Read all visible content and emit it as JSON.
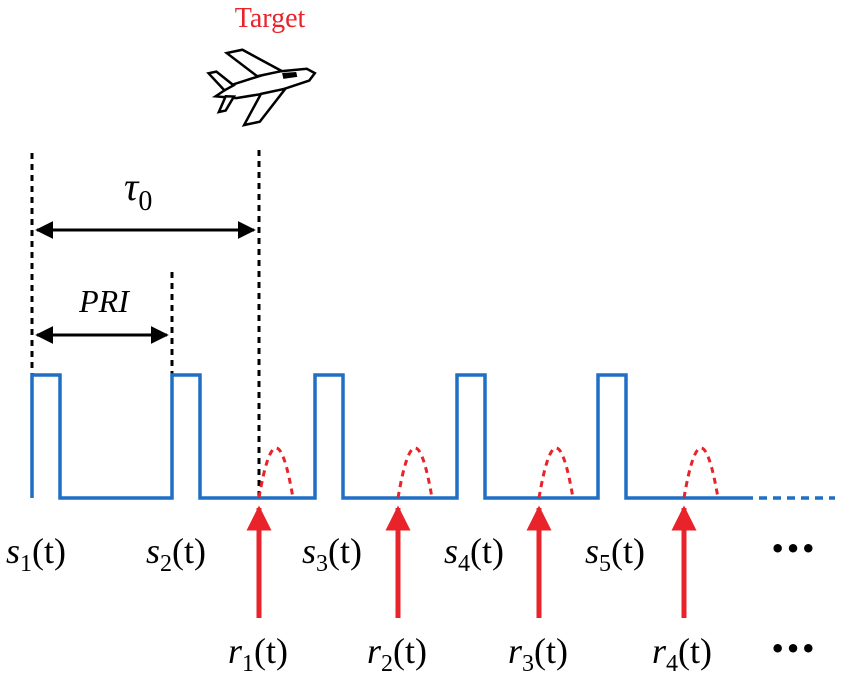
{
  "target": {
    "label": "Target",
    "label_color": "#e8232a",
    "icon": "jet-aircraft-icon"
  },
  "intervals": {
    "tau": {
      "symbol": "τ",
      "subscript": "0"
    },
    "pri": {
      "label": "PRI"
    }
  },
  "transmit_pulses": [
    {
      "name": "s",
      "index": "1",
      "arg": "(t)"
    },
    {
      "name": "s",
      "index": "2",
      "arg": "(t)"
    },
    {
      "name": "s",
      "index": "3",
      "arg": "(t)"
    },
    {
      "name": "s",
      "index": "4",
      "arg": "(t)"
    },
    {
      "name": "s",
      "index": "5",
      "arg": "(t)"
    }
  ],
  "received_echoes": [
    {
      "name": "r",
      "index": "1",
      "arg": "(t)"
    },
    {
      "name": "r",
      "index": "2",
      "arg": "(t)"
    },
    {
      "name": "r",
      "index": "3",
      "arg": "(t)"
    },
    {
      "name": "r",
      "index": "4",
      "arg": "(t)"
    }
  ],
  "continuation": "•••",
  "colors": {
    "pulse_train": "#1f6fc5",
    "echo": "#e8232a",
    "marker": "#000000"
  }
}
